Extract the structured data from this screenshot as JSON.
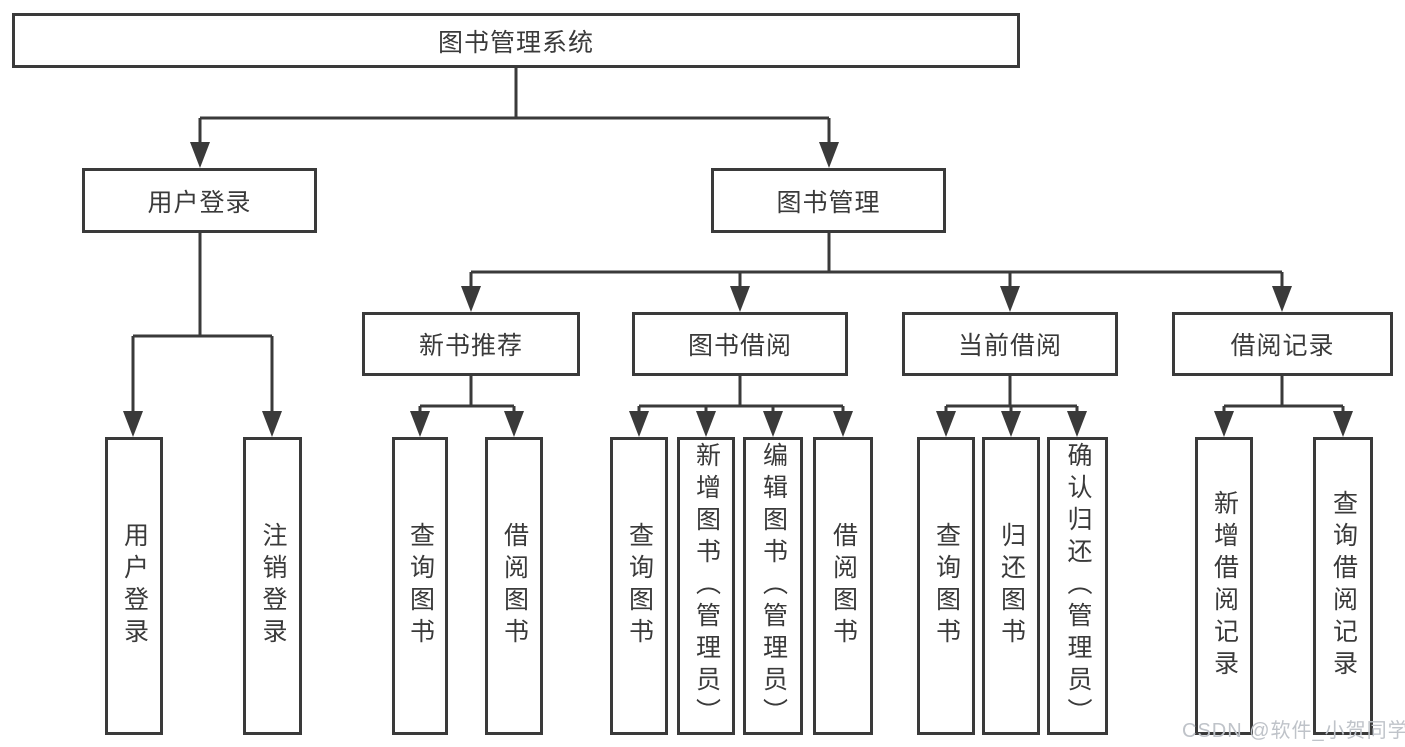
{
  "diagram": {
    "root": {
      "label": "图书管理系统"
    },
    "branches": [
      {
        "label": "用户登录",
        "children": [
          {
            "label": "用户登录"
          },
          {
            "label": "注销登录"
          }
        ]
      },
      {
        "label": "图书管理",
        "children": [
          {
            "label": "新书推荐",
            "children": [
              {
                "label": "查询图书"
              },
              {
                "label": "借阅图书"
              }
            ]
          },
          {
            "label": "图书借阅",
            "children": [
              {
                "label": "查询图书"
              },
              {
                "label": "新增图书（管理员）"
              },
              {
                "label": "编辑图书（管理员）"
              },
              {
                "label": "借阅图书"
              }
            ]
          },
          {
            "label": "当前借阅",
            "children": [
              {
                "label": "查询图书"
              },
              {
                "label": "归还图书"
              },
              {
                "label": "确认归还（管理员）"
              }
            ]
          },
          {
            "label": "借阅记录",
            "children": [
              {
                "label": "新增借阅记录"
              },
              {
                "label": "查询借阅记录"
              }
            ]
          }
        ]
      }
    ]
  },
  "watermark": {
    "text": "CSDN @软件_小贺同学"
  },
  "colors": {
    "line": "#3a3a3a",
    "text": "#3a3a3a",
    "background": "#ffffff",
    "watermark": "#bfc3c9"
  }
}
